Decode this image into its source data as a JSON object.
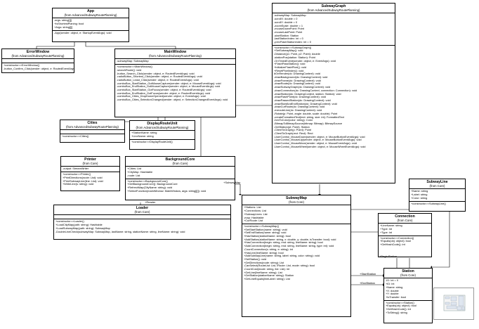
{
  "classes": {
    "app": {
      "name": "App",
      "from": "(from AdvancedSubwayRoutePlanning)",
      "attributes": [
        "-args: string[][]",
        "+IsShortestPlaning: bool",
        "+Args: string[][]"
      ],
      "operations": [
        "-App(sender: object, e: StartupEventArgs): void"
      ]
    },
    "error_window": {
      "name": "ErrorWindow",
      "from": "(from AdvancedSubwayRoutePlanning)",
      "attributes": [],
      "operations": [
        "+constructor>>ErrorWindow()",
        "-button_Confirm_Click(sender: object, e: RoutedEventArgs): void"
      ]
    },
    "main_window": {
      "name": "MainWindow",
      "from": "(from AdvancedSubwayRoutePlanning)",
      "attributes": [
        "-subwayMap: SubwayMap"
      ],
      "operations": [
        "+constructor>>MainWindow()",
        "-searchRoute(): void",
        "-button_Search_Click(sender: object, e: RoutedEventArgs): void",
        "-radioButton_Shortest_Click(sender: object, e: RoutedEventArgs): void",
        "-radioButton_Least_Click(sender: object, e: RoutedEventArgs): void",
        "-comboBox_StartStation_GotMouseCapture(sender: object, e: MouseEventArgs): void",
        "-comboBox_EndStation_GotMouseCapture(sender: object, e: MouseEventArgs): void",
        "-comboBox_StartStation_GotFocus(sender: object, e: RoutedEventArgs): void",
        "-comboBox_EndStation_GotFocus(sender: object, e: RoutedEventArgs): void",
        "-comboBox_Cities_DropDownOpened(sender: object, e: EventArgs): void",
        "-comboBox_Cities_SelectionChanged(sender: object, e: SelectionChangedEventArgs): void"
      ]
    },
    "cities": {
      "name": "Cities",
      "from": "(from AdvancedSubwayRoutePlanning)",
      "attributes": [],
      "operations": [
        "+constructor>>Cities()"
      ]
    },
    "display_route_unit": {
      "name": "DisplayRouteUnit",
      "from": "(from AdvancedSubwayRoutePlanning)",
      "attributes": [
        "+StationName: string",
        "+LineName: string"
      ],
      "operations": [
        "+constructor>>DisplayRouteUnit()"
      ]
    },
    "subway_graph": {
      "name": "SubwayGraph",
      "from": "(from AdvancedSubwayRoutePlanning)",
      "attributes": [
        "-subwayMap: SubwayMap",
        "-scrollX: double = 0",
        "-scrollY: double = 0",
        "-zoomScale: double = 1",
        "-mouseDownPoint: Point",
        "-mouseLastPoint: Point",
        "-startStation: Station",
        "-lastStationIndex: int = 0",
        "-prevFlashStationIndex: int = 0"
      ],
      "operations": [
        "+constructor>>SubwayGraph()",
        "+SetSubwayMap(): void",
        "-Distance(p1: Point, p2: Point): double",
        "-stationPos(station: Station): Point",
        "-OnTimedEvent(sender: object, e: EventArgs): void",
        "+FlashPassStation(): void",
        "+InitializeFlashPixel(): void",
        "+ResetPixelIndex(): void",
        "#OnRender(dc: DrawingContext): void",
        "-drawBackground(dc: DrawingContext): void",
        "-drawFrame(dc: DrawingContext): void",
        "-drawRoute(dc: DrawingContext): void",
        "-drawSubwayGraph(dc: DrawingContext): void",
        "-drawConnection(dc: DrawingContext, connection: Connection): void",
        "-drawStation(dc: DrawingContext, station: Station): void",
        "-drawFlashPoint(dc: DrawingContext): void",
        "-drawPassedStation(dc: DrawingContext): void",
        "-drawStartAndEndStation(dc: DrawingContext): void",
        "-drawCurRoute(dc: DrawingContext): void",
        "-executeLine(dc: DrawingContext): void",
        "-Rotate(p: Point, angle: double, scale: double): Point",
        "-createFormattedText(text: string, size: int): FormattedText",
        "-hexToColor(color: string): Color",
        "-BitmapToBitmapSource(bitmap: Bitmap): BitmapSource",
        "-GetStation(pt: Point): Station",
        "-ClientToGraph(p: Point): Point",
        "-ClientToGraph(rect: Rect): Rect",
        "-UserControl_MouseDown(sender: object, e: MouseButtonEventArgs): void",
        "-UserControl_MouseUp(sender: object, e: MouseButtonEventArgs): void",
        "-UserControl_MouseMove(sender: object, e: MouseEventArgs): void",
        "-UserControl_MouseWheel(sender: object, e: MouseWheelEventArgs): void"
      ]
    },
    "printer": {
      "name": "Printer",
      "from": "(from Core)",
      "attributes": [
        "-output: StreamWriter"
      ],
      "operations": [
        "+constructor>>Printer()",
        "+PrintDirections(route: List): void",
        "+PrintSubwayLine(line: List): void",
        "+WriteLine(s: string): void"
      ]
    },
    "background_core": {
      "name": "BackgroundCore",
      "from": "(from Core)",
      "attributes": [
        "+Cities: List",
        "+CityMap: Hashtable",
        "-route: List"
      ],
      "operations": [
        "+constructor>>BackgroundCore()",
        "+GetBackgroundCore(): BackgroundCore",
        "+RefreshMap(CityName: string): void",
        "+SelectFunction(mainWindow: MainWindow, args: string[][]): void"
      ]
    },
    "loader": {
      "name": "Loader",
      "from": "(from Core)",
      "attributes": [],
      "operations": [
        "+constructor>>Loader()",
        "+LoadCityMap(path: string): Hashtable",
        "+LoadSubwayMap(path: string): SubwayMap",
        "-DoubleLineCheck(subwayMap: SubwayMap, lastName: string, stationName: string, lineName: string): void"
      ]
    },
    "subway_map": {
      "name": "SubwayMap",
      "from": "(from Core)",
      "attributes": [
        "+Stations: List",
        "+Connections: List",
        "+SubwayLines: List",
        "-map: Hashtable",
        "+CurRoute: List"
      ],
      "operations": [
        "+constructor>>SubwayMap()",
        "+SetStartStation(name: string): void",
        "+SetEndStation(name: string): void",
        "+HasStation(stationName: string): bool",
        "+AddStation(stationName: string, x: double, y: double, isTransfer: bool): void",
        "+HasConnection(begin: string, end: string, lineName: string): bool",
        "+AddConnection(begin: string, end: string, lineName: string, type: int): void",
        "-CountConnection(s: string, e: string): int",
        "+HasLine(lineName: string): bool",
        "+AddSubwayLine(name: string, label: string, color: string): void",
        "+SetStation(): void",
        "+GetDirections(route: string): List",
        "-CanSelect(RouteList: List, iRoute: List, mode: string): bool",
        "-CountCost(mode: string, list: List): int",
        "+GetLine(lineName: string): List",
        "+GetStation(stationName: string): Station",
        "+GetLineEquals(lineLabel: string): List"
      ]
    },
    "subway_line": {
      "name": "SubwayLine",
      "from": "(from Core)",
      "attributes": [
        "+Name: string",
        "+Label: string",
        "+Color: string"
      ],
      "operations": [
        "+constructor>>SubwayLine()"
      ]
    },
    "connection": {
      "name": "Connection",
      "from": "(from Core)",
      "attributes": [
        "+LineName: string",
        "+Type: int",
        "+Type: int"
      ],
      "operations": [
        "+constructor>>Connection()",
        "+Equals(obj: object): bool",
        "+GetHashCode(): int"
      ]
    },
    "station": {
      "name": "Station",
      "from": "(from Core)",
      "attributes": [
        "-ID: int = 0",
        "+ID: int",
        "+Name: string",
        "+X: double",
        "+Y: double",
        "+IsTransfer: bool"
      ],
      "operations": [
        "+constructor>>Station()",
        "+Equals(obj: object): bool",
        "+GetHashCode(): int",
        "+ToString(): string"
      ]
    }
  },
  "edge_labels": {
    "reader": "+Reader",
    "subway_map": "+SubwayMap",
    "begin_station": "+BeginStation",
    "start_station": "+StartStation",
    "end_station": "+EndStation"
  }
}
